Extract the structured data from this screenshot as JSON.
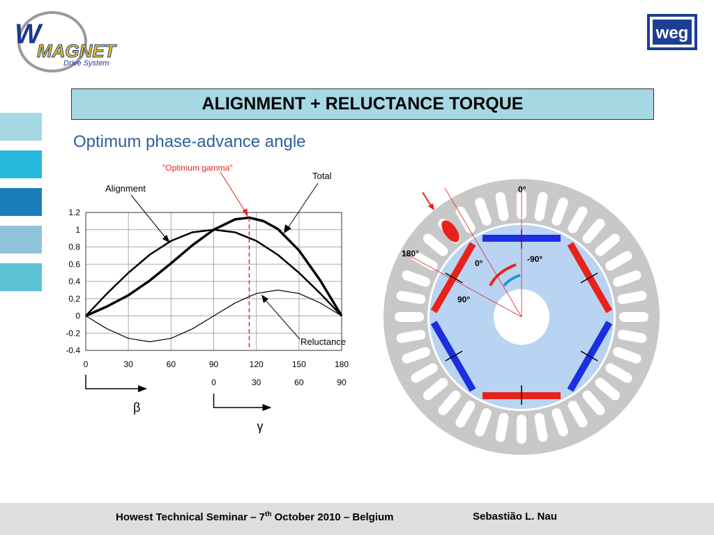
{
  "header": {
    "logo_left": {
      "brand": "W MAGNET",
      "tagline": "Drive System"
    },
    "logo_right": {
      "brand": "WEG"
    },
    "title": "ALIGNMENT + RELUCTANCE TORQUE"
  },
  "colors": {
    "title_bg": "#a6d8e3",
    "sidebar": [
      "#a6d8e3",
      "#27b8dd",
      "#1c7eb9",
      "#8fc3dc",
      "#5cc2d6"
    ],
    "footer_bg": "#dedede",
    "magnet_red": "#e8221b",
    "magnet_blue": "#1b2fe0"
  },
  "slide": {
    "subtitle": "Optimum phase-advance angle"
  },
  "chart_data": {
    "type": "line",
    "title": "",
    "annotations": {
      "optimum": "\"Optimum gamma\"",
      "alignment": "Alignment",
      "total": "Total",
      "reluctance": "Reluctance"
    },
    "x_beta": [
      0,
      30,
      60,
      90,
      120,
      150,
      180
    ],
    "x_gamma": [
      0,
      30,
      60,
      90
    ],
    "x_beta_label": "β",
    "x_gamma_label": "γ",
    "y_ticks": [
      "1.2",
      "1",
      "0.8",
      "0.6",
      "0.4",
      "0.2",
      "0",
      "-0.2",
      "-0.4"
    ],
    "ylim": [
      -0.4,
      1.2
    ],
    "xlim": [
      0,
      180
    ],
    "optimum_beta": 115,
    "series": [
      {
        "name": "Alignment",
        "x": [
          0,
          15,
          30,
          45,
          60,
          75,
          90,
          105,
          120,
          135,
          150,
          165,
          180
        ],
        "values": [
          0,
          0.26,
          0.5,
          0.71,
          0.87,
          0.97,
          1.0,
          0.97,
          0.87,
          0.71,
          0.5,
          0.26,
          0
        ]
      },
      {
        "name": "Reluctance",
        "x": [
          0,
          15,
          30,
          45,
          60,
          75,
          90,
          105,
          120,
          135,
          150,
          165,
          180
        ],
        "values": [
          0,
          -0.15,
          -0.26,
          -0.3,
          -0.26,
          -0.15,
          0,
          0.15,
          0.26,
          0.3,
          0.26,
          0.15,
          0
        ]
      },
      {
        "name": "Total",
        "x": [
          0,
          15,
          30,
          45,
          60,
          75,
          90,
          105,
          115,
          125,
          135,
          150,
          165,
          180
        ],
        "values": [
          0,
          0.11,
          0.24,
          0.41,
          0.61,
          0.82,
          1.0,
          1.12,
          1.14,
          1.1,
          1.01,
          0.76,
          0.41,
          0
        ]
      }
    ]
  },
  "motor": {
    "labels": {
      "top": "0°",
      "left": "180°",
      "rotor_0": "0°",
      "rotor_neg90": "-90°",
      "rotor_90": "90°"
    }
  },
  "footer": {
    "left_pre": "Howest Technical Seminar – 7",
    "left_sup": "th",
    "left_post": " October 2010 – Belgium",
    "right": "Sebastião L. Nau"
  }
}
